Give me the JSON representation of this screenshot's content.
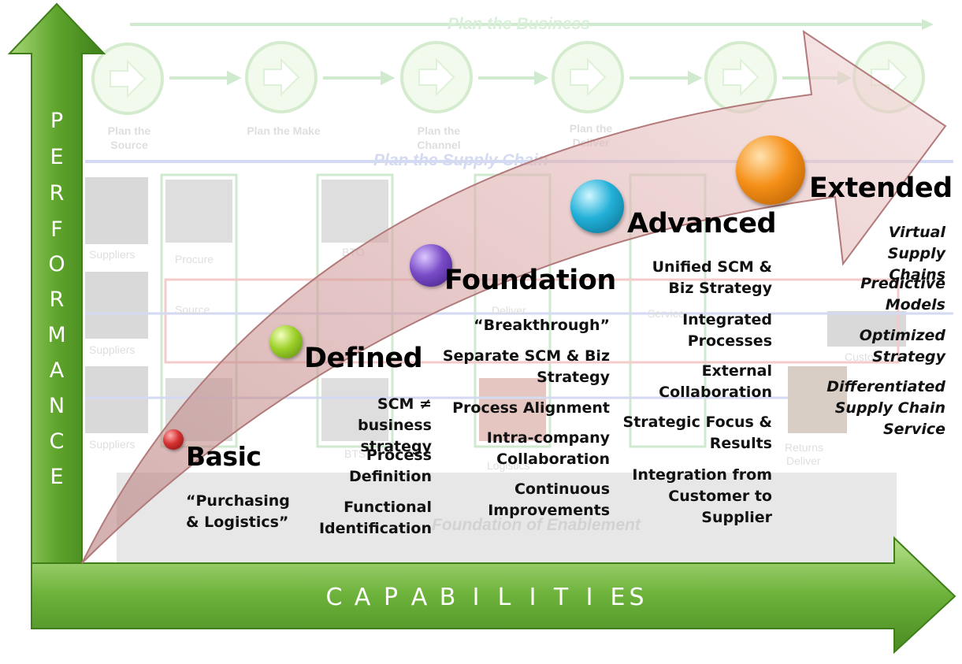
{
  "axes": {
    "y_label_letters": [
      "P",
      "E",
      "R",
      "F",
      "O",
      "R",
      "M",
      "A",
      "N",
      "C",
      "E"
    ],
    "x_label_letters": [
      "C",
      "A",
      "P",
      "A",
      "B",
      "I",
      "L",
      "I",
      "T",
      "I",
      "E",
      "S"
    ]
  },
  "background": {
    "plan_business": "Plan the Business",
    "plan_supply_chain": "Plan the Supply Chain",
    "foundation": "Foundation of Enablement",
    "plan_steps": [
      {
        "line1": "Plan the",
        "line2": "Source"
      },
      {
        "line1": "Plan the Make",
        "line2": ""
      },
      {
        "line1": "Plan the",
        "line2": "Channel"
      },
      {
        "line1": "Plan the",
        "line2": "Deliver"
      }
    ],
    "left_labels": [
      "Suppliers",
      "Suppliers",
      "Suppliers"
    ],
    "column_labels": [
      "Procure",
      "Source",
      "BTO",
      "BTS",
      "Deliver",
      "Logistics",
      "Service",
      "Customer",
      "Returns",
      "Deliver"
    ]
  },
  "stages": [
    {
      "title": "Basic",
      "color": "#cc2222",
      "items": [
        "“Purchasing & Logistics”"
      ]
    },
    {
      "title": "Defined",
      "color": "#8cc020",
      "items": [
        "SCM ≠ business strategy",
        "Process Definition",
        "Functional Identification"
      ]
    },
    {
      "title": "Foundation",
      "color": "#6a3fb0",
      "items": [
        "“Breakthrough”",
        "Separate SCM & Biz Strategy",
        "Process Alignment",
        "Intra-company Collaboration",
        "Continuous Improvements"
      ]
    },
    {
      "title": "Advanced",
      "color": "#1ea6cc",
      "items": [
        "Unified SCM & Biz Strategy",
        "Integrated Processes",
        "External Collaboration",
        "Strategic Focus & Results",
        "Integration from Customer to Supplier"
      ]
    },
    {
      "title": "Extended",
      "color": "#f28a10",
      "items": [
        "Virtual Supply Chains",
        "Predictive Models",
        "Optimized Strategy",
        "Differentiated Supply Chain Service"
      ]
    }
  ],
  "colors": {
    "axis_green": "#6fb33c",
    "axis_green_light": "#a6d873",
    "curve_fill": "#e2b8b8"
  }
}
